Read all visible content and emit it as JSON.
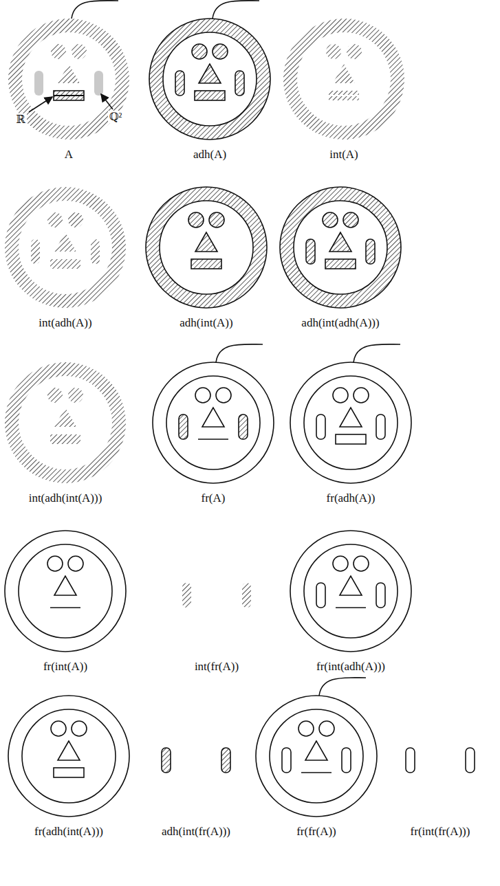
{
  "diagram": {
    "labels": [
      "ℝ",
      "ℚ²",
      "A",
      "adh(A)",
      "int(A)",
      "int(adh(A))",
      "adh(int(A))",
      "adh(int(adh(A)))",
      "int(adh(int(A)))",
      "fr(A)",
      "fr(adh(A))",
      "fr(int(A))",
      "int(fr(A))",
      "fr(int(adh(A)))",
      "fr(adh(int(A)))",
      "adh(int(fr(A)))",
      "fr(fr(A))",
      "fr(int(fr(A)))"
    ]
  }
}
